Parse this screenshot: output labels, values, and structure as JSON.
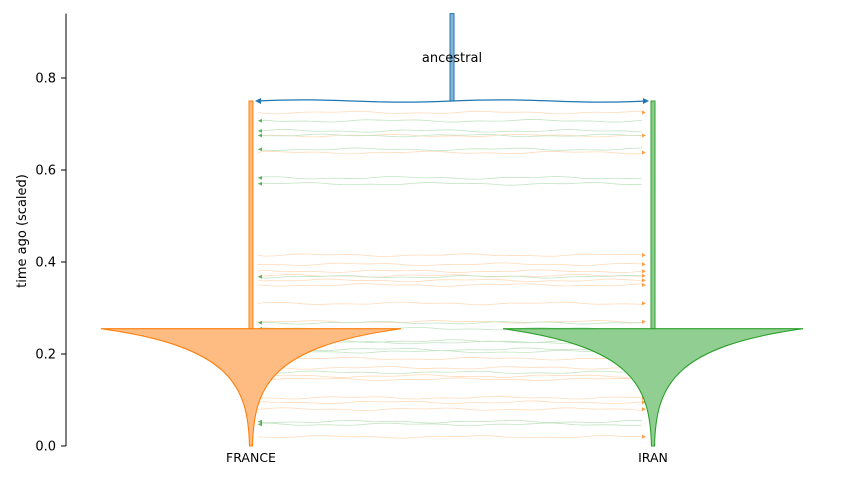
{
  "chart_data": {
    "type": "demography",
    "title": "",
    "xlabel": "",
    "ylabel": "time ago (scaled)",
    "ylim": [
      0,
      0.94
    ],
    "yticks": [
      0.0,
      0.2,
      0.4,
      0.6,
      0.8
    ],
    "ytick_labels": [
      "0.0",
      "0.2",
      "0.4",
      "0.6",
      "0.8"
    ],
    "colors": {
      "ancestral": "#1f77b4",
      "FRANCE": "#ff7f0e",
      "IRAN": "#2ca02c"
    },
    "split_time": 0.75,
    "bottleneck_time": 0.255,
    "populations": [
      {
        "name": "ancestral",
        "start_time": 0.75,
        "end_time": 0.94
      },
      {
        "name": "FRANCE",
        "start_time": 0.0,
        "end_time": 0.75,
        "expansion_time": 0.255
      },
      {
        "name": "IRAN",
        "start_time": 0.0,
        "end_time": 0.75,
        "expansion_time": 0.255
      }
    ],
    "migrations": {
      "IRAN_to_FRANCE": [
        0.047,
        0.053,
        0.16,
        0.205,
        0.21,
        0.225,
        0.228,
        0.255,
        0.268,
        0.368,
        0.57,
        0.583,
        0.645,
        0.675,
        0.685,
        0.707
      ],
      "FRANCE_to_IRAN": [
        0.02,
        0.08,
        0.095,
        0.105,
        0.145,
        0.152,
        0.17,
        0.19,
        0.27,
        0.31,
        0.35,
        0.36,
        0.37,
        0.38,
        0.395,
        0.415,
        0.638,
        0.675,
        0.725
      ]
    },
    "population_labels": [
      "FRANCE",
      "IRAN"
    ],
    "annotations": [
      "ancestral"
    ]
  }
}
